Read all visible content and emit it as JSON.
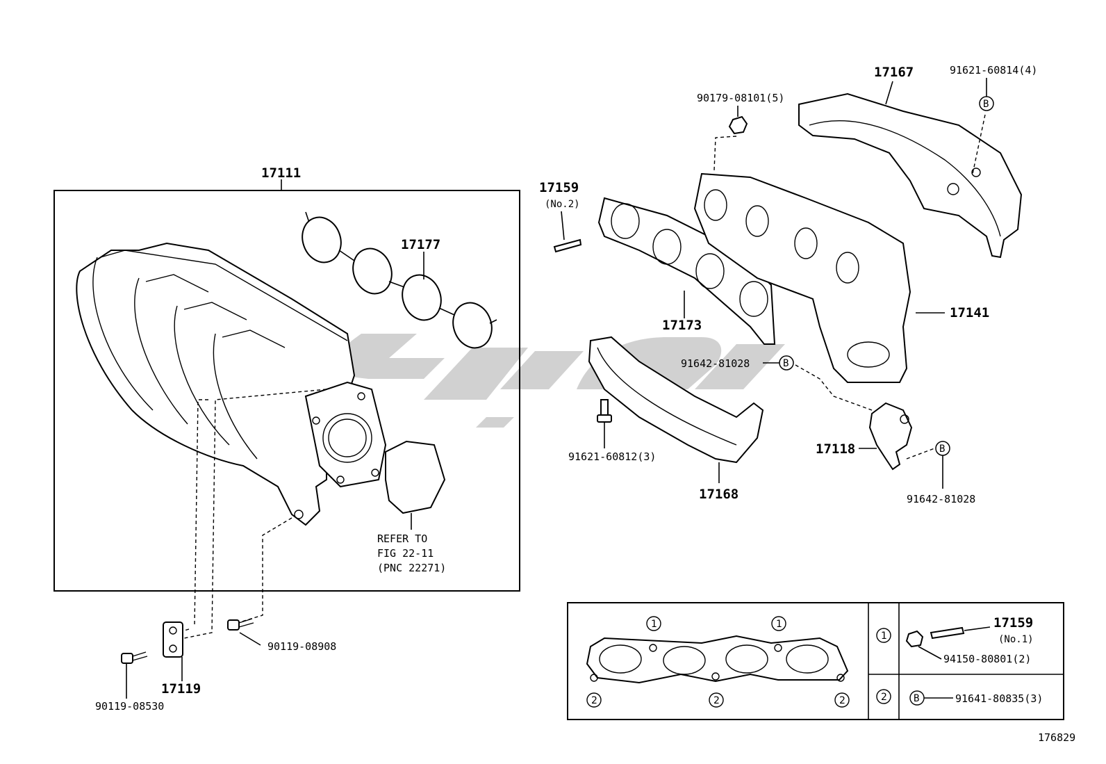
{
  "parts": {
    "p17111": "17111",
    "p17177": "17177",
    "p17159_no2": "17159",
    "p17159_no2_note": "(No.2)",
    "p90179": "90179-08101(5)",
    "p17167": "17167",
    "p91621_60814": "91621-60814(4)",
    "p17173": "17173",
    "p17141": "17141",
    "p91642_a": "91642-81028",
    "p91621_60812": "91621-60812(3)",
    "p17168": "17168",
    "p17118": "17118",
    "p91642_b": "91642-81028",
    "p90119_08908": "90119-08908",
    "p17119": "17119",
    "p90119_08530": "90119-08530",
    "refer_line1": "REFER TO",
    "refer_line2": "FIG 22-11",
    "refer_line3": "(PNC 22271)"
  },
  "legend": {
    "p17159_no1": "17159",
    "p17159_no1_note": "(No.1)",
    "p94150": "94150-80801(2)",
    "p91641": "91641-80835(3)",
    "circle_1": "1",
    "circle_2": "2",
    "circle_b": "B"
  },
  "figure_id": "176829",
  "watermark_color": "#c9c9c9"
}
